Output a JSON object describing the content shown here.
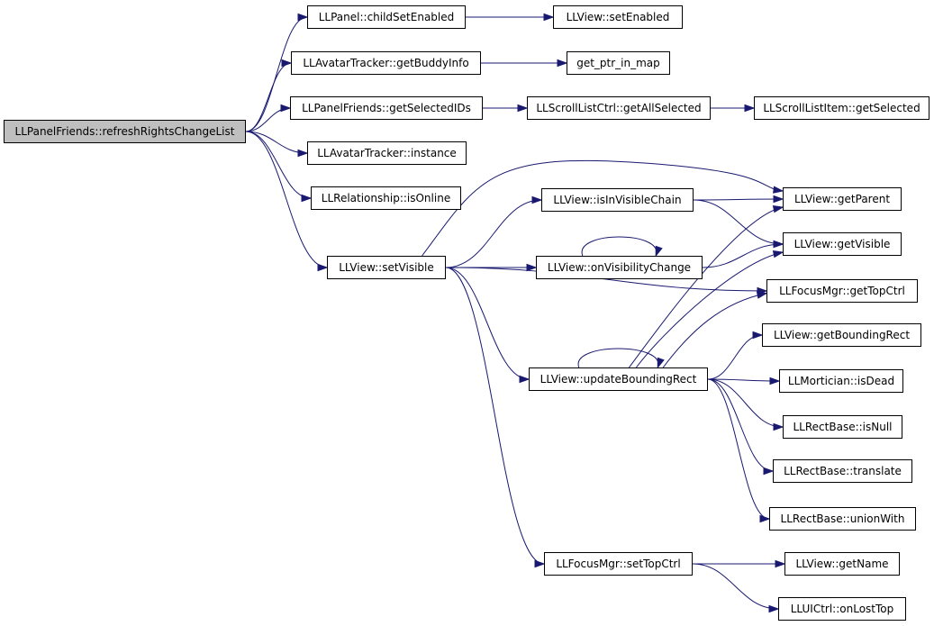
{
  "colors": {
    "edge": "#191970",
    "root_fill": "#bfbfbf",
    "node_fill": "#ffffff",
    "border": "#000000"
  },
  "nodes": [
    {
      "id": "n0",
      "label": "LLPanelFriends::refreshRightsChangeList",
      "root": true
    },
    {
      "id": "n1",
      "label": "LLPanel::childSetEnabled"
    },
    {
      "id": "n2",
      "label": "LLView::setEnabled"
    },
    {
      "id": "n3",
      "label": "LLAvatarTracker::getBuddyInfo"
    },
    {
      "id": "n4",
      "label": "get_ptr_in_map"
    },
    {
      "id": "n5",
      "label": "LLPanelFriends::getSelectedIDs"
    },
    {
      "id": "n6",
      "label": "LLScrollListCtrl::getAllSelected"
    },
    {
      "id": "n7",
      "label": "LLScrollListItem::getSelected"
    },
    {
      "id": "n8",
      "label": "LLAvatarTracker::instance"
    },
    {
      "id": "n9",
      "label": "LLRelationship::isOnline"
    },
    {
      "id": "n10",
      "label": "LLView::isInVisibleChain"
    },
    {
      "id": "n11",
      "label": "LLView::getParent"
    },
    {
      "id": "n12",
      "label": "LLView::getVisible"
    },
    {
      "id": "n13",
      "label": "LLView::setVisible"
    },
    {
      "id": "n14",
      "label": "LLView::onVisibilityChange"
    },
    {
      "id": "n15",
      "label": "LLFocusMgr::getTopCtrl"
    },
    {
      "id": "n16",
      "label": "LLView::getBoundingRect"
    },
    {
      "id": "n17",
      "label": "LLView::updateBoundingRect"
    },
    {
      "id": "n18",
      "label": "LLMortician::isDead"
    },
    {
      "id": "n19",
      "label": "LLRectBase::isNull"
    },
    {
      "id": "n20",
      "label": "LLRectBase::translate"
    },
    {
      "id": "n21",
      "label": "LLRectBase::unionWith"
    },
    {
      "id": "n22",
      "label": "LLFocusMgr::setTopCtrl"
    },
    {
      "id": "n23",
      "label": "LLView::getName"
    },
    {
      "id": "n24",
      "label": "LLUICtrl::onLostTop"
    }
  ],
  "edges": [
    [
      "n0",
      "n1"
    ],
    [
      "n0",
      "n3"
    ],
    [
      "n0",
      "n5"
    ],
    [
      "n0",
      "n8"
    ],
    [
      "n0",
      "n9"
    ],
    [
      "n0",
      "n13"
    ],
    [
      "n1",
      "n2"
    ],
    [
      "n3",
      "n4"
    ],
    [
      "n5",
      "n6"
    ],
    [
      "n6",
      "n7"
    ],
    [
      "n10",
      "n11"
    ],
    [
      "n10",
      "n12"
    ],
    [
      "n13",
      "n10"
    ],
    [
      "n13",
      "n11"
    ],
    [
      "n13",
      "n14"
    ],
    [
      "n13",
      "n15"
    ],
    [
      "n13",
      "n17"
    ],
    [
      "n13",
      "n22"
    ],
    [
      "n14",
      "n14"
    ],
    [
      "n14",
      "n12"
    ],
    [
      "n17",
      "n17"
    ],
    [
      "n17",
      "n11"
    ],
    [
      "n17",
      "n12"
    ],
    [
      "n17",
      "n15"
    ],
    [
      "n17",
      "n16"
    ],
    [
      "n17",
      "n18"
    ],
    [
      "n17",
      "n19"
    ],
    [
      "n17",
      "n20"
    ],
    [
      "n17",
      "n21"
    ],
    [
      "n22",
      "n23"
    ],
    [
      "n22",
      "n24"
    ]
  ]
}
